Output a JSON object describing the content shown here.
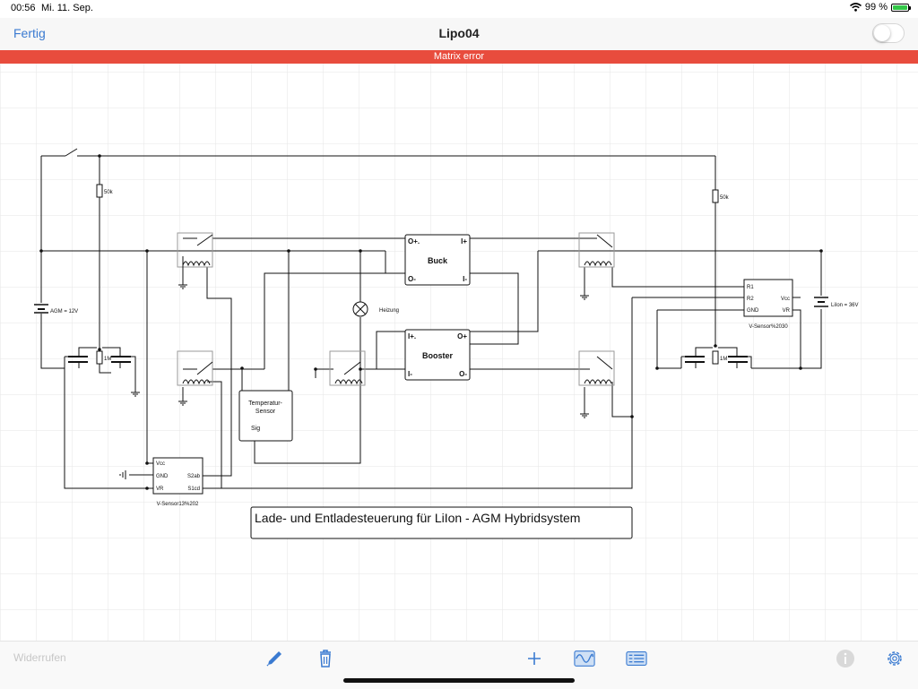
{
  "status": {
    "time": "00:56",
    "date": "Mi. 11. Sep.",
    "battery": "99 %",
    "battery_level": 0.99
  },
  "navbar": {
    "done_label": "Fertig",
    "title": "Lipo04"
  },
  "error": {
    "text": "Matrix error"
  },
  "colors": {
    "accent": "#3b7bd1",
    "error": "#e84c3d",
    "grid": "#e6e6e6",
    "wire": "#111111"
  },
  "schematic": {
    "title_box": "Lade- und Entladesteuerung für LiIon - AGM Hybridsystem",
    "buck": {
      "label": "Buck",
      "o_plus": "O+.",
      "i_plus": "I+",
      "o_minus": "O-",
      "i_minus": "I-"
    },
    "booster": {
      "label": "Booster",
      "i_plus": "I+.",
      "o_plus": "O+",
      "i_minus": "I-",
      "o_minus": "O-"
    },
    "temp_sensor": {
      "line1": "Temperatur-",
      "line2": "Sensor",
      "sig": "Sig"
    },
    "vsensor_left": {
      "name": "V-Sensor13%202",
      "vcc": "Vcc",
      "gnd": "GND",
      "vr": "VR",
      "s2ab": "S2ab",
      "s1cd": "S1cd"
    },
    "vsensor_right": {
      "name": "V-Sensor%2030",
      "r1": "R1",
      "r2": "R2",
      "gnd": "GND",
      "vcc": "Vcc",
      "vr": "VR"
    },
    "r_left": "50k",
    "r_right": "50k",
    "r_mos_left": "1M",
    "r_mos_right": "1M",
    "agm": "AGM = 12V",
    "liion": "LiIon = 36V",
    "heating": "Heizung"
  },
  "toolbar": {
    "undo_label": "Widerrufen",
    "icons": [
      "pencil-icon",
      "trash-icon",
      "plus-icon",
      "wave-icon",
      "list-icon",
      "info-icon",
      "gear-icon"
    ]
  }
}
